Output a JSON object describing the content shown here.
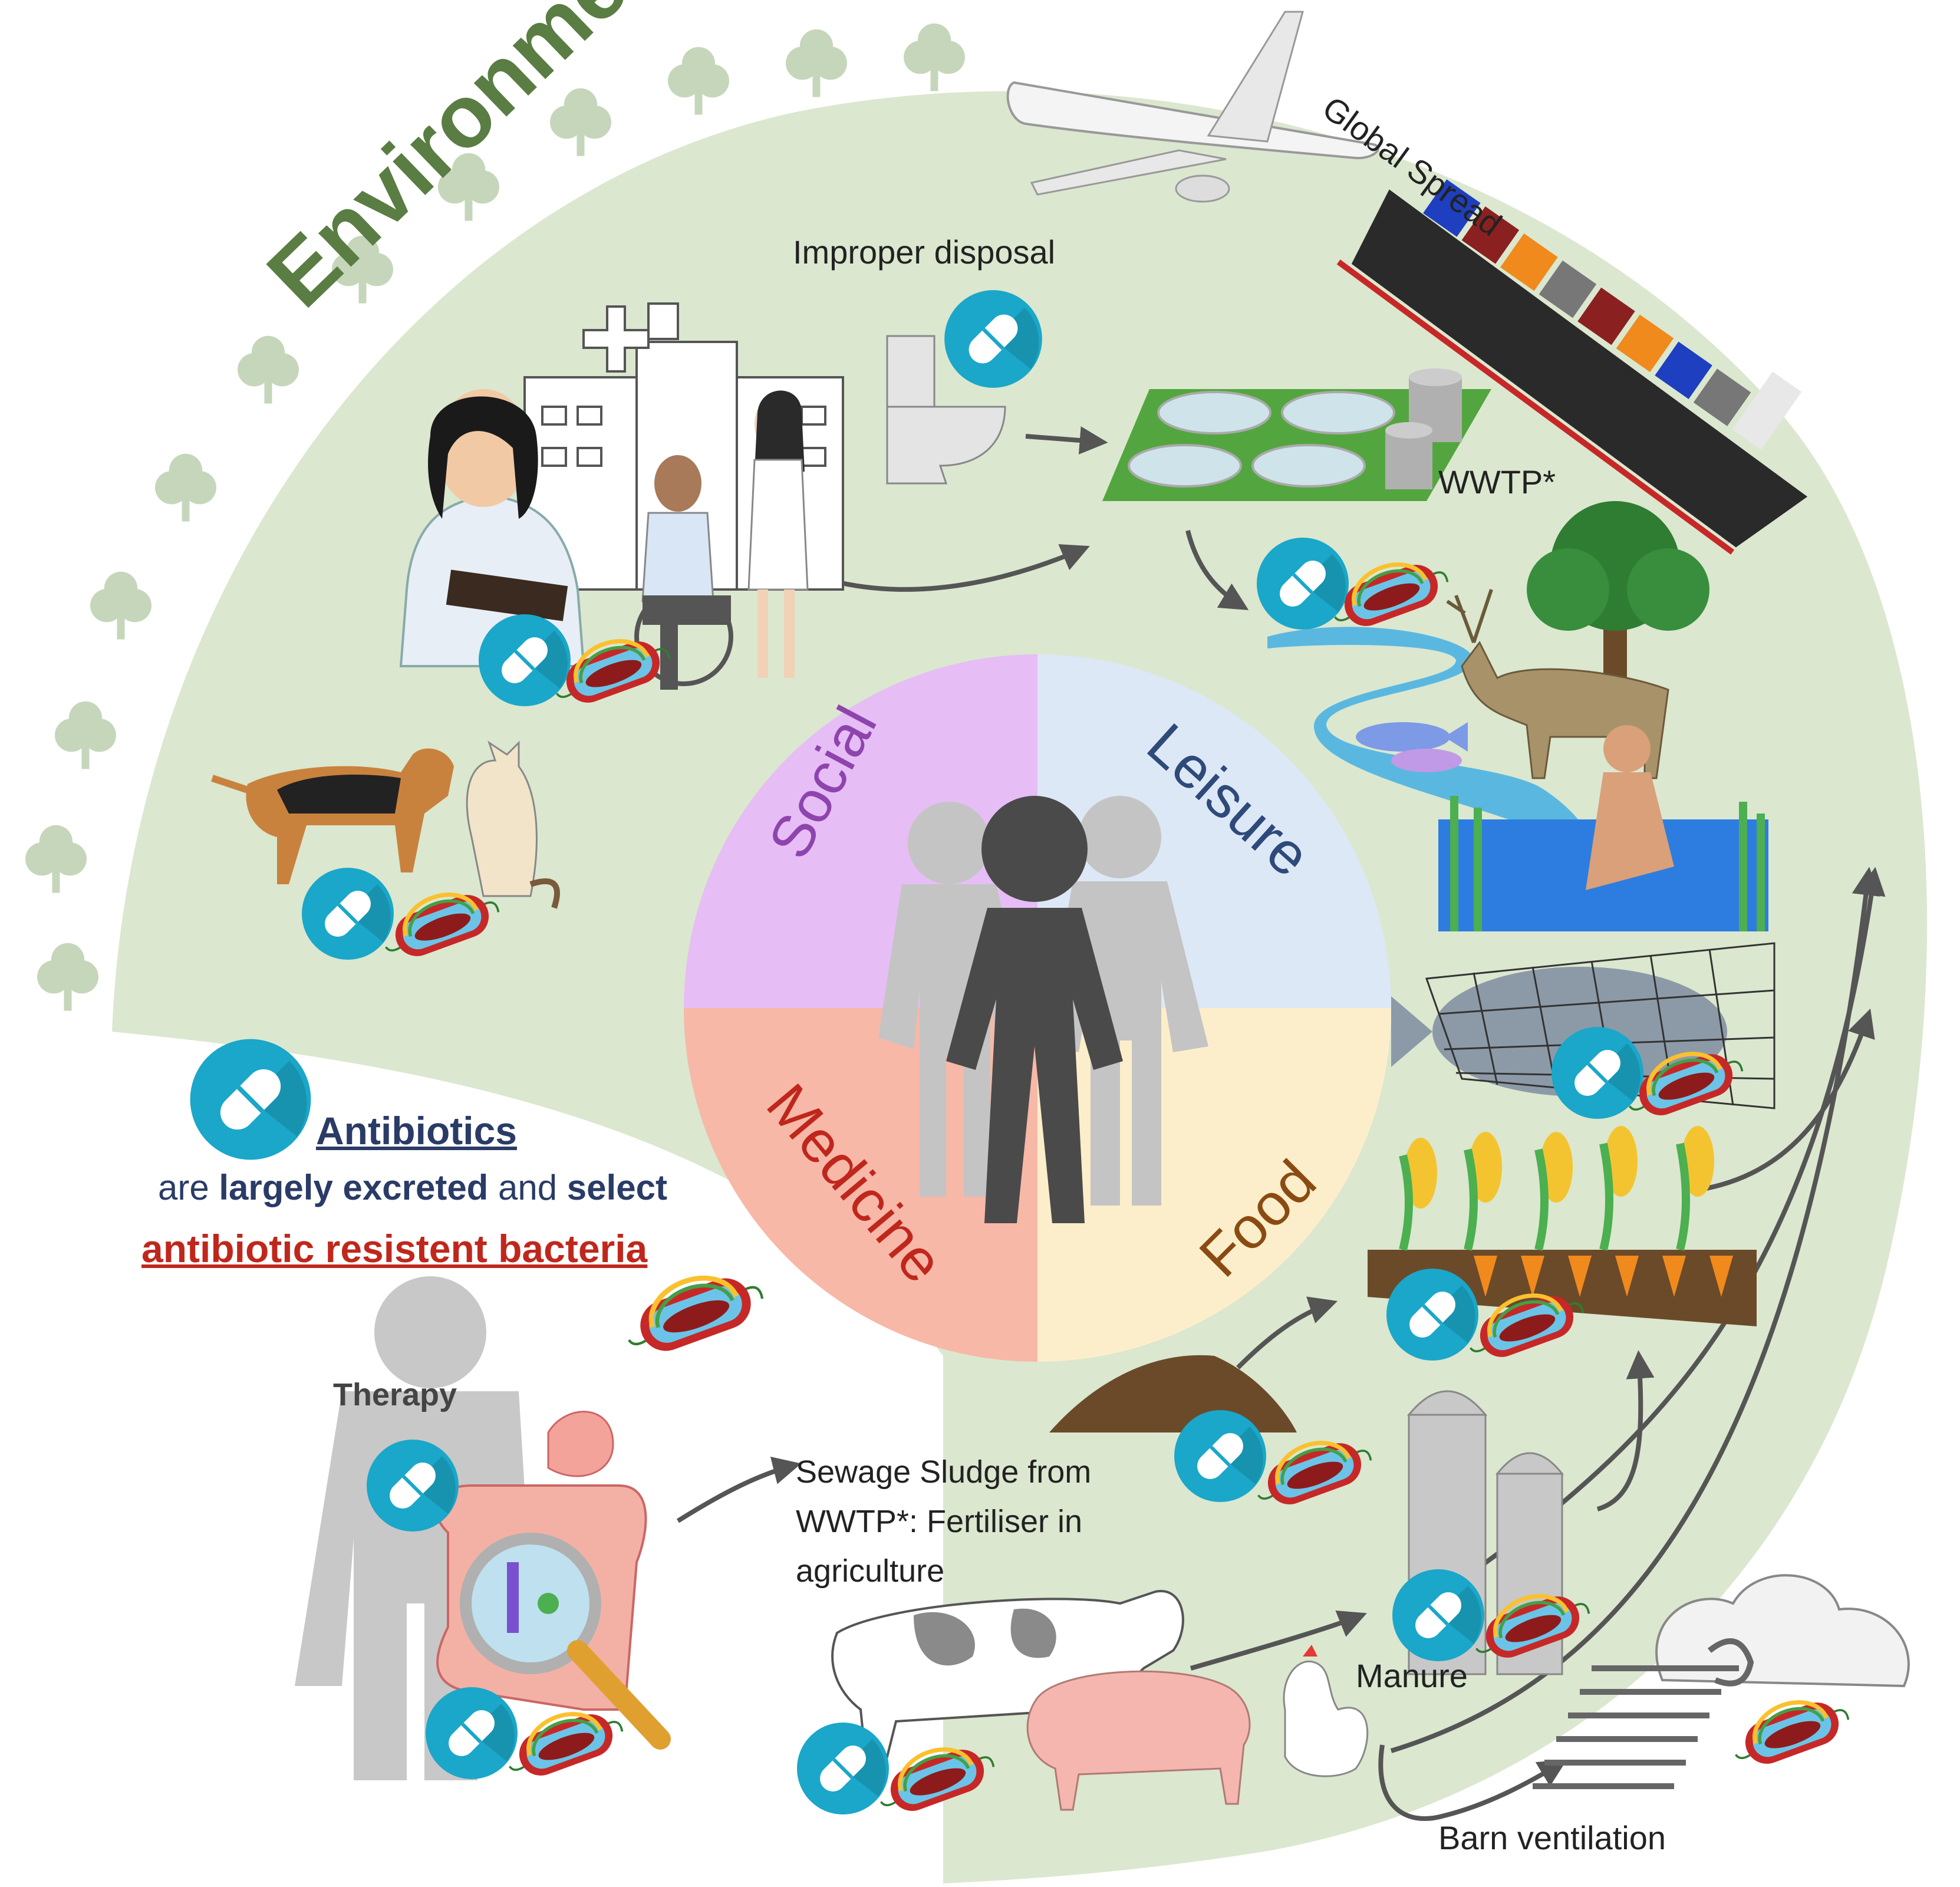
{
  "labels": {
    "environment": "Environment",
    "global_spread": "Global Spread",
    "improper_disposal": "Improper disposal",
    "wwtp": "WWTP*",
    "barn_ventilation": "Barn ventilation",
    "manure": "Manure",
    "therapy": "Therapy",
    "sewage_sludge": "Sewage Sludge from WWTP*: Fertiliser in agriculture"
  },
  "quadrants": {
    "social": "Social",
    "leisure": "Leisure",
    "medicine": "Medicine",
    "food": "Food"
  },
  "antibiotics": {
    "title": "Antibiotics",
    "line2_pre": "are",
    "line2_bold1": "largely excreted",
    "line2_mid": "and",
    "line2_bold2": "select",
    "line3": "antibiotic resistent bacteria"
  },
  "colors": {
    "background_green": "#dbe7cf",
    "trees": "#c6d6bb",
    "environment_text": "#5a7d43",
    "social": "#e6bdf5",
    "leisure": "#dce8f5",
    "medicine": "#f7b8a8",
    "food": "#fdeecb",
    "pill": "#1aa7c9",
    "arrow": "#555555"
  },
  "icons": [
    "pill-icon",
    "bacterium-icon",
    "airplane-icon",
    "cargo-ship-icon",
    "hospital-icon",
    "doctor-icon",
    "nurse-icon",
    "wheelchair-patient-icon",
    "toilet-icon",
    "wwtp-icon",
    "river-icon",
    "tree-icon",
    "deer-icon",
    "fish-icon",
    "swimmers-icon",
    "fish-net-icon",
    "crops-icon",
    "soil-pile-icon",
    "silo-icon",
    "cloud-icon",
    "wind-icon",
    "dog-icon",
    "cat-icon",
    "cow-icon",
    "pig-icon",
    "chicken-icon",
    "human-body-icon",
    "digestive-tract-icon",
    "magnifier-icon",
    "people-group-icon"
  ]
}
